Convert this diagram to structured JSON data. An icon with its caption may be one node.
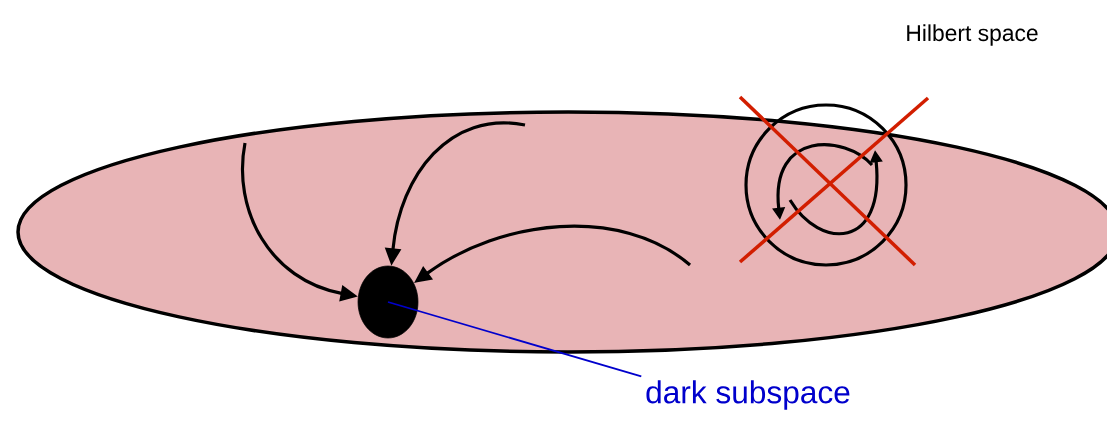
{
  "diagram": {
    "nodes": [
      {
        "text": [
          "Hilbert space"
        ]
      },
      {
        "text": [],
        "shape": "circle",
        "in": 0
      },
      {
        "text": [
          "dark subspace"
        ]
      }
    ],
    "edges": [
      {
        "from": null,
        "to": 1,
        "arrow": "to"
      },
      {
        "from": null,
        "to": 1,
        "arrow": "to"
      },
      {
        "from": null,
        "to": 1,
        "arrow": "to"
      },
      {
        "from": 2,
        "to": 1,
        "arrow": "none",
        "color": "#0000cc"
      }
    ]
  }
}
